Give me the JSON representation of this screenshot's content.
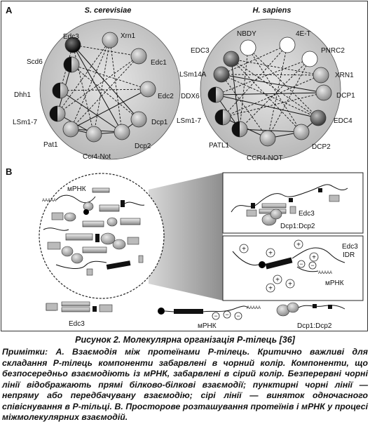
{
  "panel_a": {
    "letter": "A",
    "left": {
      "title": "S. cerevisiae",
      "nodes": [
        {
          "label": "Edc3",
          "fill": "black"
        },
        {
          "label": "Xrn1",
          "fill": "gray"
        },
        {
          "label": "Edc1",
          "fill": "gray"
        },
        {
          "label": "Edc2",
          "fill": "gray"
        },
        {
          "label": "Dcp1",
          "fill": "gray"
        },
        {
          "label": "Dcp2",
          "fill": "gray"
        },
        {
          "label": "Ccr4-Not",
          "fill": "gray"
        },
        {
          "label": "Pat1",
          "fill": "gray"
        },
        {
          "label": "LSm1-7",
          "fill": "half"
        },
        {
          "label": "Dhh1",
          "fill": "half"
        },
        {
          "label": "Scd6",
          "fill": "half"
        }
      ]
    },
    "right": {
      "title": "H. sapiens",
      "nodes": [
        {
          "label": "NBDY",
          "fill": "white"
        },
        {
          "label": "4E-T",
          "fill": "white"
        },
        {
          "label": "PNRC2",
          "fill": "white"
        },
        {
          "label": "XRN1",
          "fill": "gray"
        },
        {
          "label": "DCP1",
          "fill": "gray"
        },
        {
          "label": "EDC4",
          "fill": "dark"
        },
        {
          "label": "DCP2",
          "fill": "gray"
        },
        {
          "label": "CCR4-NOT",
          "fill": "gray"
        },
        {
          "label": "PATL1",
          "fill": "half"
        },
        {
          "label": "LSm1-7",
          "fill": "half"
        },
        {
          "label": "DDX6",
          "fill": "half"
        },
        {
          "label": "LSm14A",
          "fill": "dark"
        },
        {
          "label": "EDC3",
          "fill": "dark"
        }
      ]
    }
  },
  "panel_b": {
    "letter": "B",
    "circle_mrna": "мРНК",
    "circle_polya": "AAAAA",
    "box1_edc3": "Edc3",
    "box1_dcp": "Dcp1:Dcp2",
    "box2_edc3": "Edc3",
    "box2_idr": "IDR",
    "box2_mrna": "мРНК",
    "box2_polya": "AAAAA",
    "legend_edc3": "Edc3",
    "legend_mrna": "мРНК",
    "legend_polya": "AAAAA",
    "legend_dcp": "Dcp1:Dcp2"
  },
  "caption": "Рисунок 2. Молекулярна організація Р-тілець [36]",
  "notes": "Примітки: А. Взаємодія між протеїнами Р-тілець. Критично важливі для складання Р-тілець компоненти забарвлені в чорний колір. Компоненти, що безпосередньо взаємодіють із мРНК, забарвлені в сірий колір. Безперервні чорні лінії відображають прямі білково-білкові взаємодії; пунктирні чорні лінії — непряму або передбачувану взаємодію; сірі лінії — виняток одночасного співіснування в Р-тільці. В. Просторове розташування протеїнів і мРНК у процесі міжмолекулярних взаємодій."
}
